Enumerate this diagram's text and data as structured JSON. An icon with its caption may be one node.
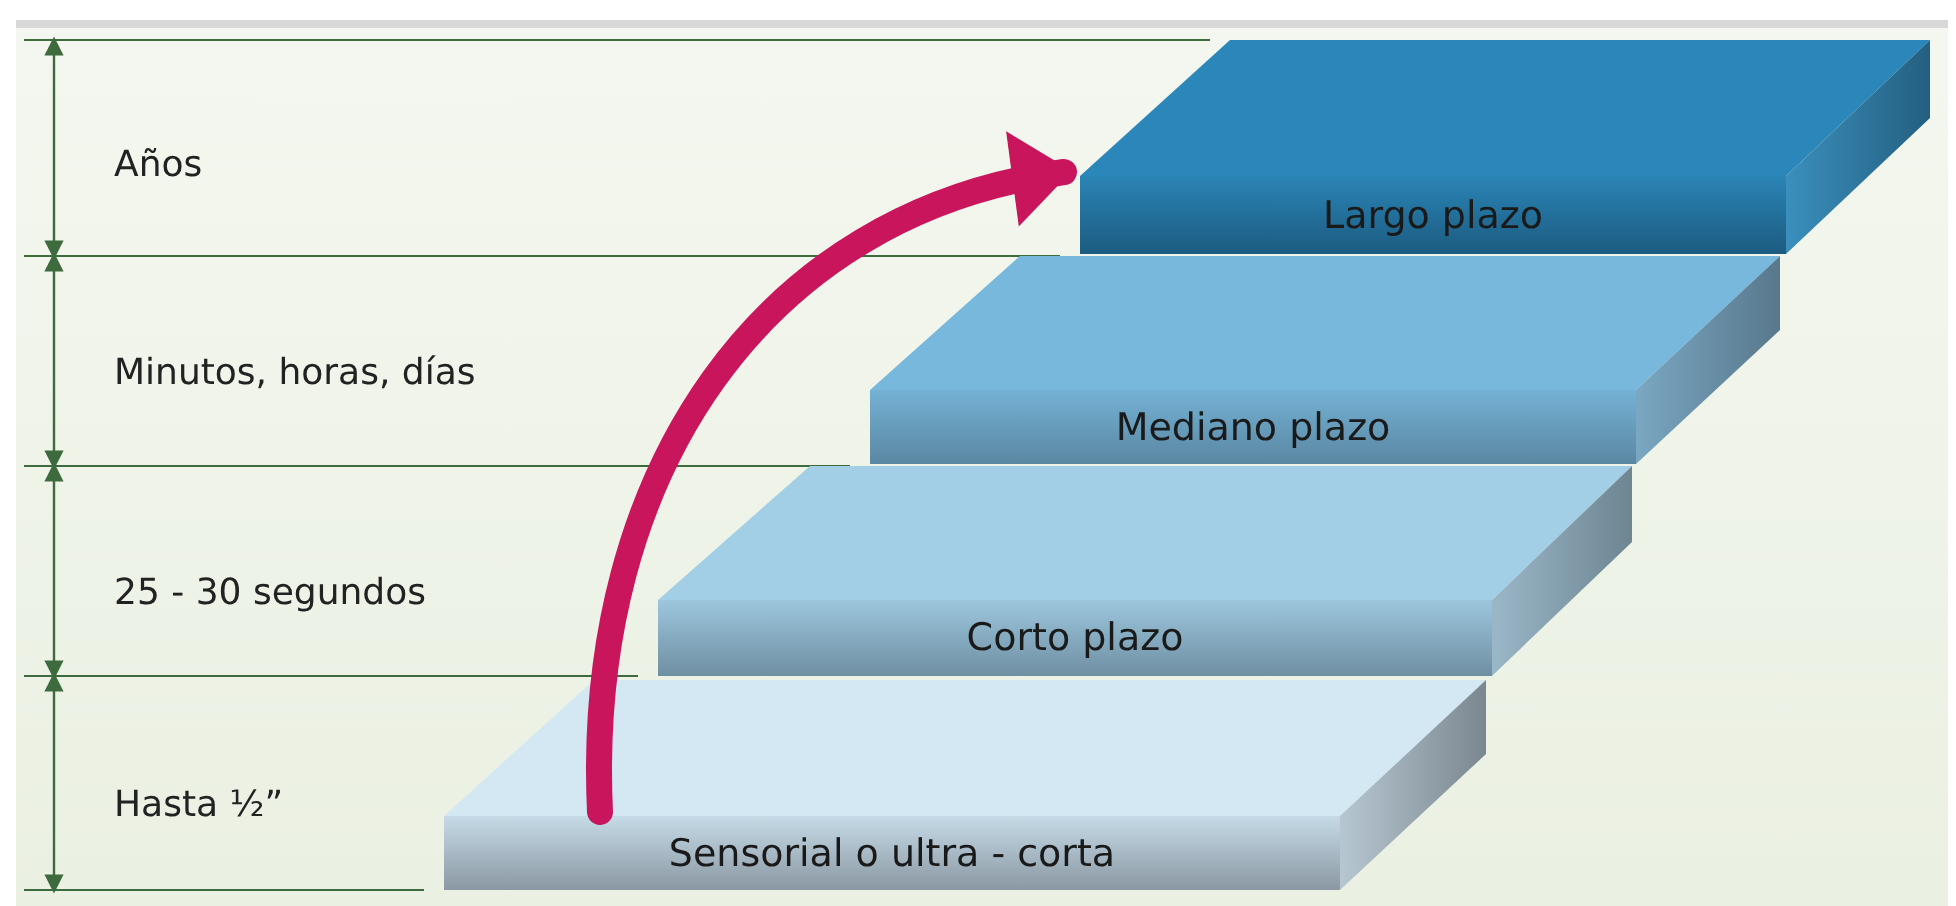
{
  "diagram": {
    "nodes": [
      {
        "text": [
          "Sensorial o ultra - corta"
        ]
      },
      {
        "text": [
          "Corto plazo"
        ]
      },
      {
        "text": [
          "Mediano plazo"
        ]
      },
      {
        "text": [
          "Largo plazo"
        ]
      }
    ],
    "edges": [
      {
        "from": 0,
        "to": 3,
        "arrow": "to"
      }
    ],
    "labels": [
      "Años",
      "Minutos, horas, días",
      "25 - 30 segundos",
      "Hasta ½”"
    ]
  }
}
